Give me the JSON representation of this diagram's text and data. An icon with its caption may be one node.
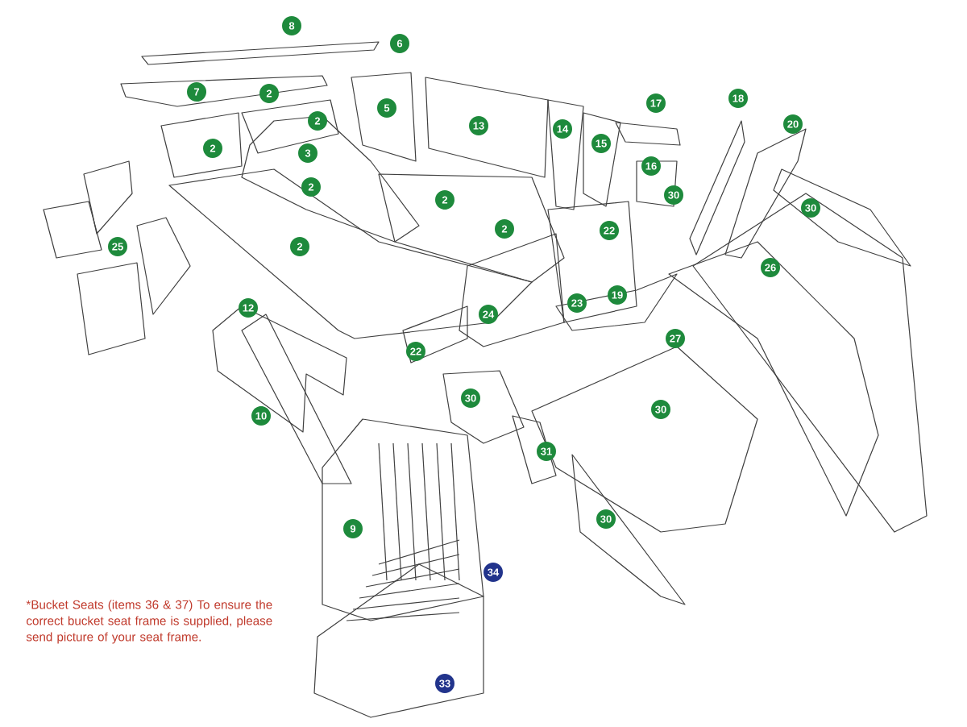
{
  "diagram": {
    "labels": [
      "8",
      "6",
      "7",
      "2",
      "2",
      "5",
      "13",
      "14",
      "15",
      "17",
      "18",
      "20",
      "2",
      "3",
      "2",
      "2",
      "16",
      "30",
      "30",
      "2",
      "22",
      "25",
      "2",
      "26",
      "23",
      "19",
      "24",
      "12",
      "27",
      "22",
      "30",
      "10",
      "30",
      "31",
      "9",
      "30",
      "34",
      "33",
      "*Bucket Seats (items 36 & 37) To ensure the correct bucket seat frame is supplied, please send picture of your seat frame."
    ]
  }
}
